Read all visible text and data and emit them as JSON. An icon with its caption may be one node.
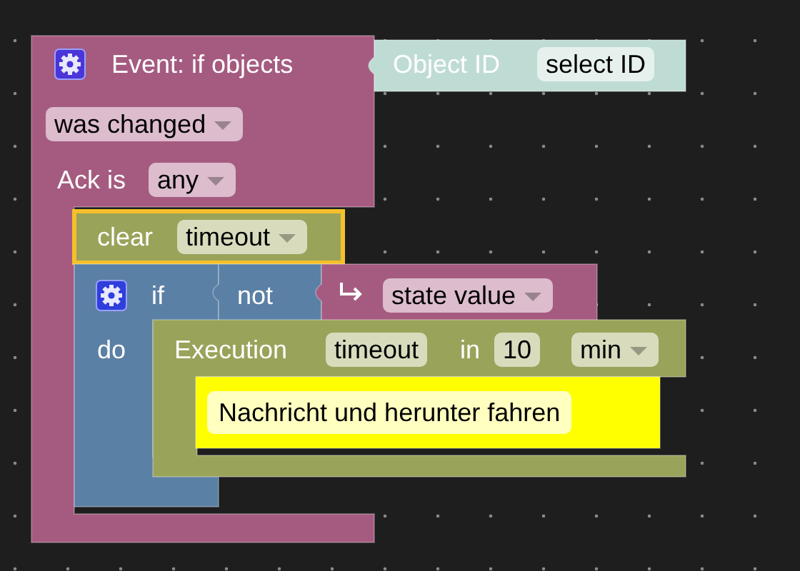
{
  "diagram": {
    "nodes": [
      {
        "text": [
          "Event: if objects",
          "was changed",
          "Ack is",
          "any"
        ]
      },
      {
        "text": [
          "Object ID",
          "select ID"
        ]
      },
      {
        "text": [
          "clear",
          "timeout"
        ],
        "in": 0
      },
      {
        "text": [
          "if",
          "do"
        ],
        "in": 0
      },
      {
        "text": [
          "not"
        ]
      },
      {
        "text": [
          "state value"
        ]
      },
      {
        "text": [
          "Execution",
          "timeout",
          "in",
          "10",
          "min"
        ]
      },
      {
        "text": [
          "Nachricht und herunter fahren"
        ],
        "in": 6
      }
    ]
  }
}
